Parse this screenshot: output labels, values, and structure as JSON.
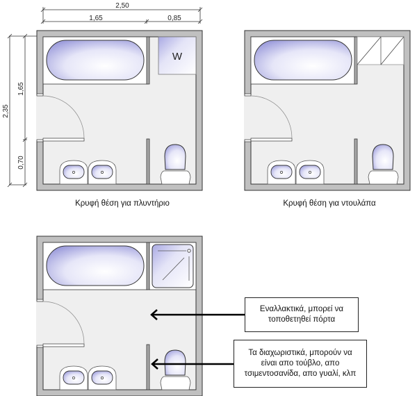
{
  "dimensions": {
    "total_width": "2,50",
    "bath_width": "1,65",
    "niche_width": "0,85",
    "total_height": "2,35",
    "upper_height": "1,65",
    "lower_height": "0,70"
  },
  "plans": [
    {
      "id": "washer",
      "caption": "Κρυφή θέση για πλυντήριο",
      "niche": "washing-machine",
      "niche_label": "W"
    },
    {
      "id": "cupboard",
      "caption": "Κρυφή θέση για ντουλάπα",
      "niche": "cupboard"
    },
    {
      "id": "shower",
      "caption": "",
      "niche": "shower"
    }
  ],
  "notes": [
    {
      "line1": "Εναλλακτικά, μπορεί να",
      "line2": "τοποθετηθεί πόρτα"
    },
    {
      "line1": "Τα διαχωριστικά, μπορούν να",
      "line2": "είναι απο τούβλο, απο",
      "line3": "τσιμεντοσανίδα, απο γυαλί, κλπ"
    }
  ],
  "colors": {
    "wall": "#c0c0c0",
    "floor": "#efefef",
    "fixture_fill": "#b8b8ee",
    "outline": "#333333"
  }
}
